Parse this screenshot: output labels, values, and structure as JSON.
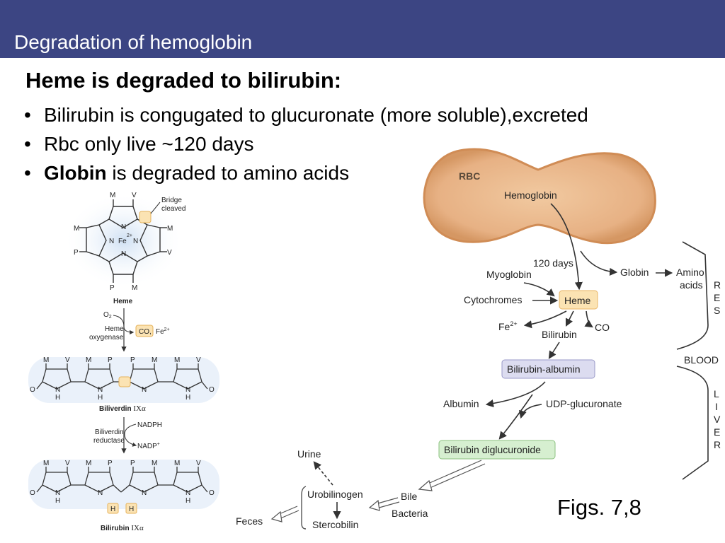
{
  "slide": {
    "title": "Degradation of hemoglobin",
    "heading": "Heme is degraded to bilirubin:",
    "bullets": [
      {
        "text": "Bilirubin is congugated to glucuronate (more soluble),excreted"
      },
      {
        "text": "Rbc only live ~120 days"
      },
      {
        "bold": "Globin",
        "text": " is degraded to amino acids"
      }
    ],
    "figs_label": "Figs. 7,8"
  },
  "colors": {
    "header_bg": "#3c4583",
    "rbc_fill": "#e9b688",
    "heme_box": "#fbe3b3",
    "albumin_box": "#dcdcf0",
    "diglucuronide_box": "#d6efd0"
  },
  "pathway": {
    "rbc": "RBC",
    "hemoglobin": "Hemoglobin",
    "days": "120 days",
    "globin": "Globin",
    "amino": "Amino",
    "acids": "acids",
    "myoglobin": "Myoglobin",
    "cytochromes": "Cytochromes",
    "heme": "Heme",
    "fe": "Fe",
    "fe_charge": "2+",
    "co": "CO",
    "bilirubin": "Bilirubin",
    "bilirubin_albumin": "Bilirubin-albumin",
    "albumin": "Albumin",
    "udp": "UDP-glucuronate",
    "diglucuronide": "Bilirubin diglucuronide",
    "urine": "Urine",
    "urobilinogen": "Urobilinogen",
    "stercobilin": "Stercobilin",
    "feces": "Feces",
    "bile": "Bile",
    "bacteria": "Bacteria",
    "res_letters": [
      "R",
      "E",
      "S"
    ],
    "blood": "BLOOD",
    "liver_letters": [
      "L",
      "I",
      "V",
      "E",
      "R"
    ]
  },
  "structure": {
    "heme_top": [
      "M",
      "V"
    ],
    "bridge_cleaved": [
      "Bridge",
      "cleaved"
    ],
    "heme_left": [
      "M",
      "P"
    ],
    "heme_right": [
      "M",
      "V"
    ],
    "heme_bottom": [
      "P",
      "M"
    ],
    "fe_center": "Fe",
    "fe_charge": "2+",
    "n": "N",
    "heme_label": "Heme",
    "o2": "O",
    "o2_sub": "2",
    "heme_oxygenase": [
      "Heme",
      "oxygenase"
    ],
    "co": "CO,",
    "fe2": "Fe",
    "fe2_charge": "2+",
    "biliverdin_subs": [
      "M",
      "V",
      "M",
      "P",
      "P",
      "M",
      "M",
      "V"
    ],
    "biliverdin_label": "Biliverdin",
    "ix_alpha": "IXα",
    "o": "O",
    "h": "H",
    "biliverdin_reductase": [
      "Biliverdin",
      "reductase"
    ],
    "nadph": "NADPH",
    "nadp": "NADP",
    "nadp_charge": "+",
    "bilirubin_subs": [
      "M",
      "V",
      "M",
      "P",
      "P",
      "M",
      "M",
      "V"
    ],
    "bilirubin_label": "Bilirubin",
    "h_highlight": "H"
  }
}
